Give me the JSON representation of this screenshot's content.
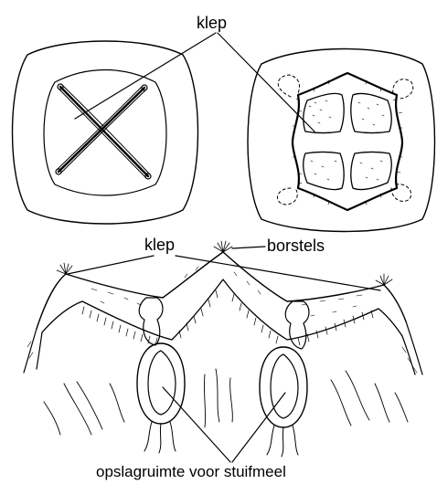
{
  "labels": {
    "klep_top": "klep",
    "klep_middle": "klep",
    "borstels": "borstels",
    "storage": "opslagruimte voor stuifmeel"
  },
  "colors": {
    "ink": "#000000",
    "background": "#ffffff"
  }
}
